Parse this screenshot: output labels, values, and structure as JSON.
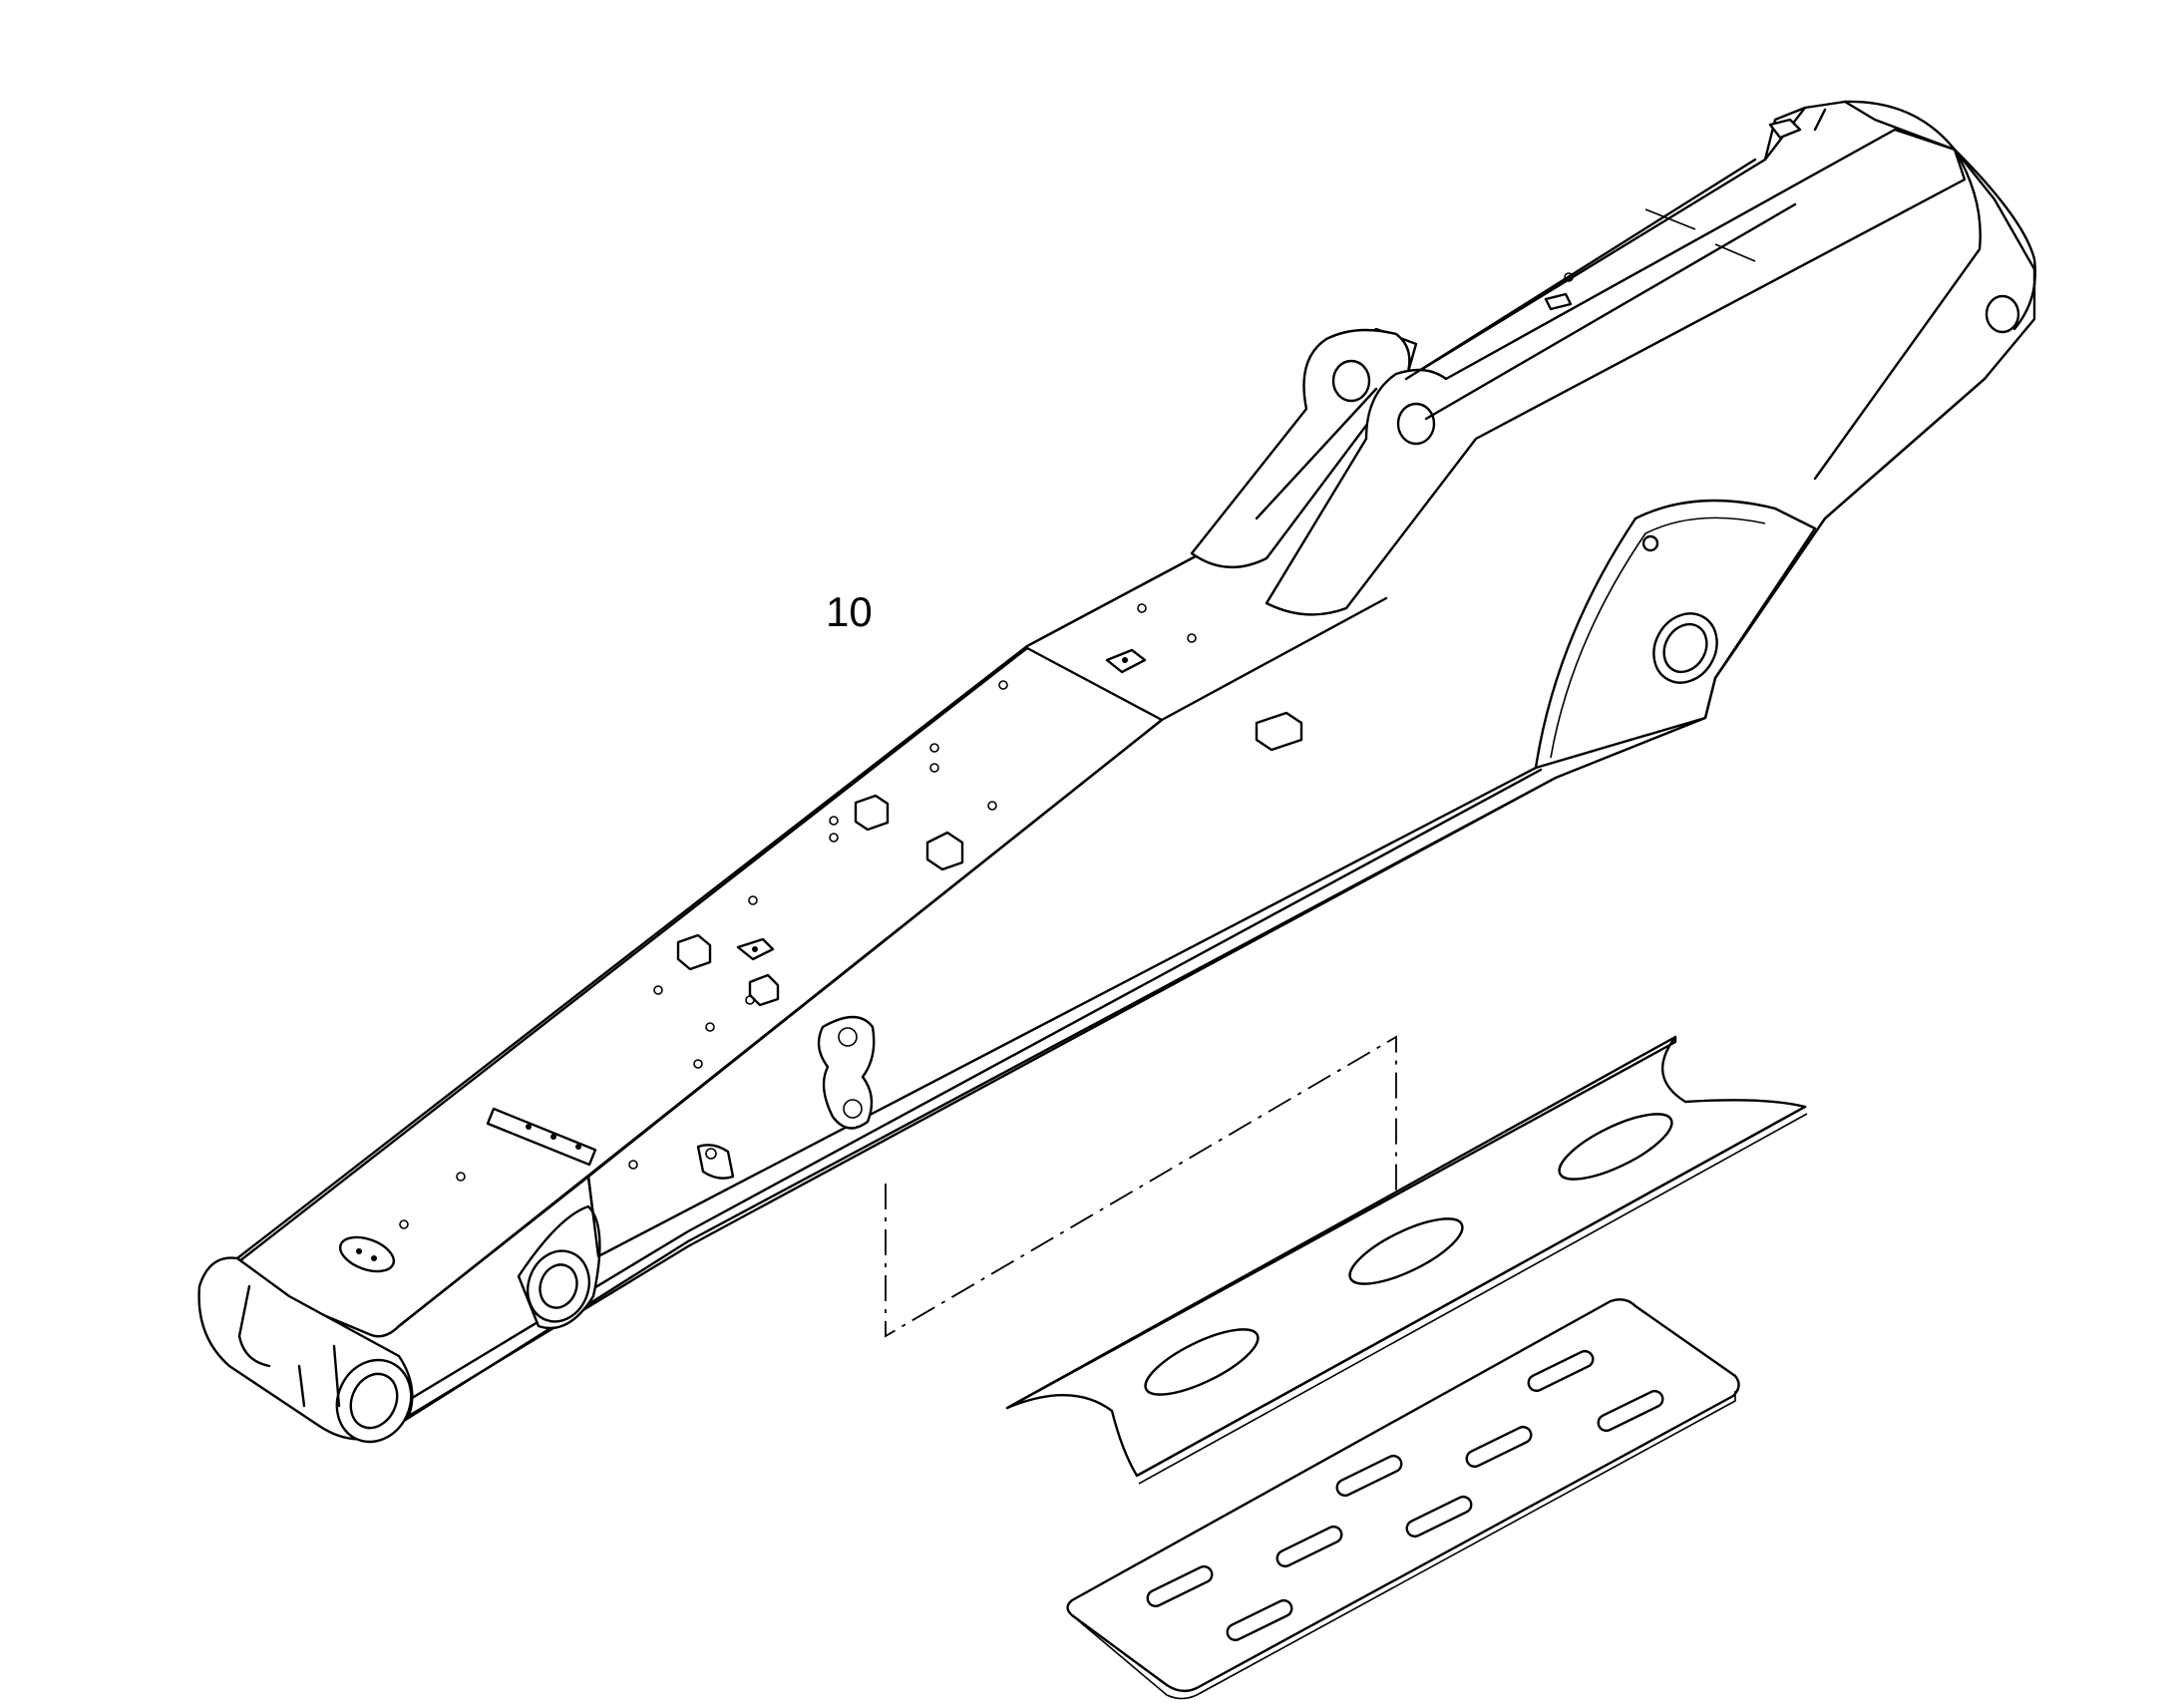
{
  "diagram": {
    "callouts": [
      {
        "id": "callout-10",
        "label": "10"
      }
    ],
    "parts": [
      "boom-assembly",
      "shim-plate-upper",
      "slotted-plate-lower"
    ]
  }
}
